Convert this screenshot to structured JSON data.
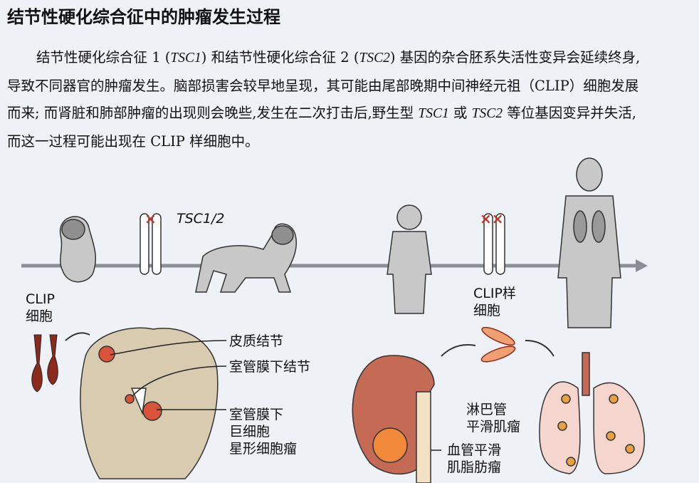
{
  "title": "结节性硬化综合征中的肿瘤发生过程",
  "paragraph": {
    "l1a": "结节性硬化综合征 1 (",
    "l1b": "TSC1",
    "l1c": ") 和结节性硬化综合征 2 (",
    "l1d": "TSC2",
    "l1e": ") 基因的杂合胚系失活性变异会延续终身,",
    "l2": "导致不同器官的肿瘤发生。脑部损害会较早地呈现，其可能由尾部晚期中间神经元祖（CLIP）细胞发展",
    "l3a": "而来; 而肾脏和肺部肿瘤的出现则会晚些,发生在二次打击后,野生型 ",
    "l3b": "TSC1",
    "l3c": " 或 ",
    "l3d": "TSC2",
    "l3e": " 等位基因变异并失活,",
    "l4": "而这一过程可能出现在 CLIP 样细胞中。"
  },
  "figure": {
    "gene_label": "TSC1/2",
    "clip_label": [
      "CLIP",
      "细胞"
    ],
    "clip_like_label": [
      "CLIP样",
      "细胞"
    ],
    "brain_labels": {
      "cortical": "皮质结节",
      "subependymal": "室管膜下结节",
      "sega": [
        "室管膜下",
        "巨细胞",
        "星形细胞瘤"
      ]
    },
    "lung_label": [
      "淋巴管",
      "平滑肌瘤"
    ],
    "kidney_label": [
      "血管平滑",
      "肌脂肪瘤"
    ]
  },
  "colors": {
    "tumor": "#d9533b",
    "body": "#c8c8c8",
    "mutation": "#c0392b",
    "cell": "#8b2a1c"
  }
}
